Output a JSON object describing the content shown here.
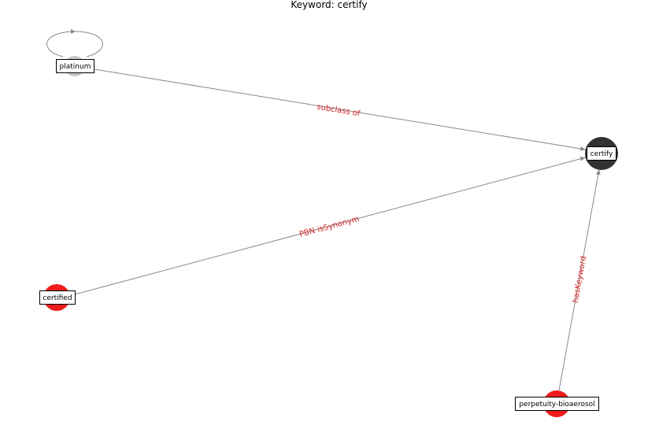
{
  "title": "Keyword: certify",
  "colors": {
    "edge": "#8a8a8a",
    "edge_label": "#d62728",
    "focus_node": "#333333",
    "related_node": "#ee1c1c",
    "class_node": "#c8c8c8"
  },
  "nodes": [
    {
      "id": "platinum",
      "label": "platinum",
      "role": "class"
    },
    {
      "id": "certify",
      "label": "certify",
      "role": "focus"
    },
    {
      "id": "certified",
      "label": "certified",
      "role": "related"
    },
    {
      "id": "perpetuity-bioaerosol",
      "label": "perpetuity-bioaerosol",
      "role": "related"
    }
  ],
  "edges": [
    {
      "id": "platinum-self",
      "from": "platinum",
      "to": "platinum",
      "label": ""
    },
    {
      "id": "platinum-certify",
      "from": "platinum",
      "to": "certify",
      "label": "subclass of"
    },
    {
      "id": "certified-certify",
      "from": "certified",
      "to": "certify",
      "label": "PBN isSynonym"
    },
    {
      "id": "perpetuity-certify",
      "from": "perpetuity-bioaerosol",
      "to": "certify",
      "label": "hasKeyword"
    }
  ]
}
